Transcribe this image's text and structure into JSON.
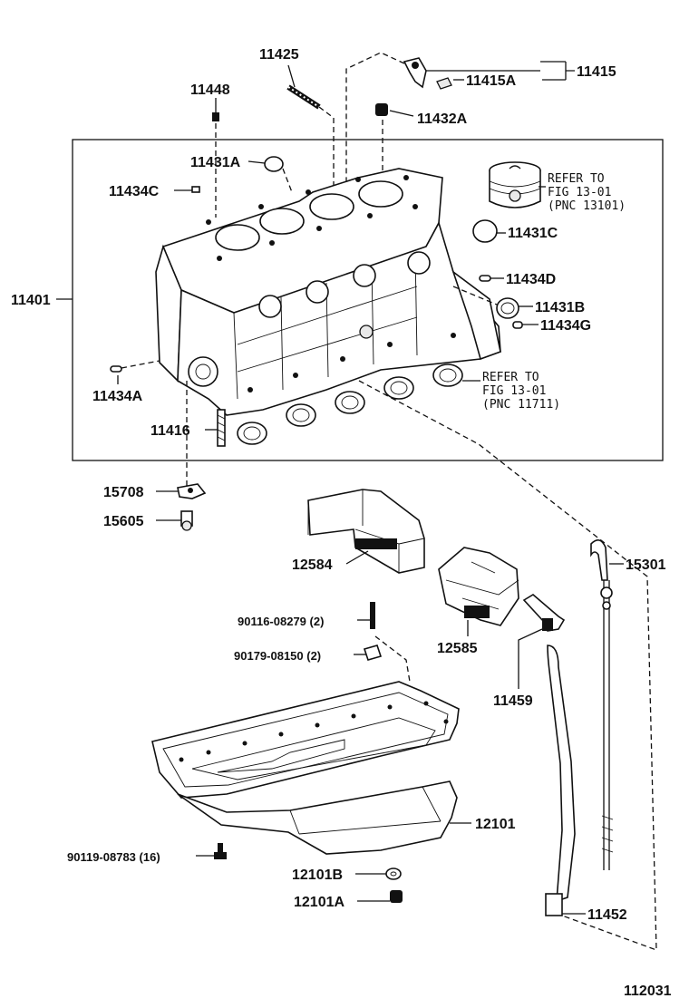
{
  "labels": {
    "p11425": "11425",
    "p11448": "11448",
    "p11415A": "11415A",
    "p11415": "11415",
    "p11432A": "11432A",
    "p11431A": "11431A",
    "p11434C": "11434C",
    "p11431C": "11431C",
    "p11434D": "11434D",
    "p11431B": "11431B",
    "p11434G": "11434G",
    "p11401": "11401",
    "p11434A": "11434A",
    "p11416": "11416",
    "p15708": "15708",
    "p15605": "15605",
    "p12584": "12584",
    "p12585": "12585",
    "p15301": "15301",
    "p11459": "11459",
    "p90116": "90116-08279 (2)",
    "p90179": "90179-08150 (2)",
    "p12101": "12101",
    "p90119": "90119-08783 (16)",
    "p12101B": "12101B",
    "p12101A": "12101A",
    "p11452": "11452",
    "figure_number": "112031"
  },
  "refer1": {
    "line1": "REFER TO",
    "line2": "FIG 13-01",
    "line3": "(PNC 13101)"
  },
  "refer2": {
    "line1": "REFER TO",
    "line2": "FIG 13-01",
    "line3": "(PNC 11711)"
  }
}
